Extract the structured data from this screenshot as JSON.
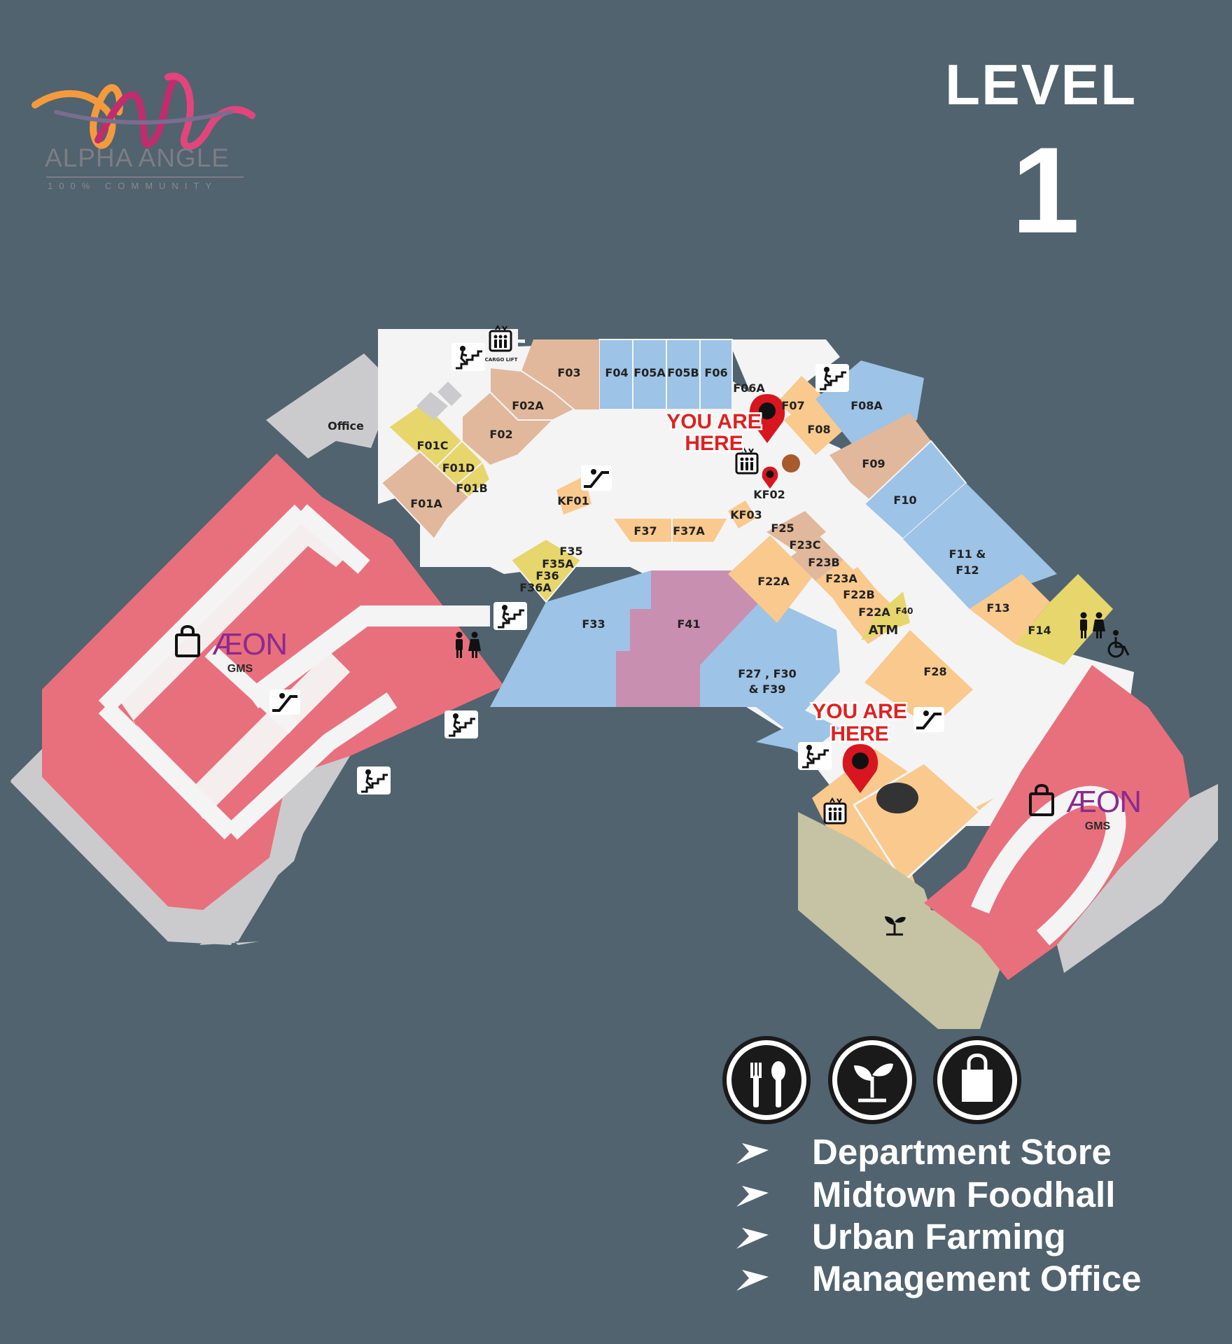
{
  "header": {
    "logo_name": "ALPHA ANGLE",
    "logo_tagline": "100% COMMUNITY",
    "level_title": "LEVEL",
    "level_number": "1"
  },
  "map": {
    "units": {
      "f03": "F03",
      "f04": "F04",
      "f05a": "F05A",
      "f05b": "F05B",
      "f06": "F06",
      "f06a": "F06A",
      "f07": "F07",
      "f08": "F08",
      "f08a": "F08A",
      "f09": "F09",
      "f10": "F10",
      "f11_line1": "F11 &",
      "f11_line2": "F12",
      "f13": "F13",
      "f14": "F14",
      "office": "Office",
      "f02a": "F02A",
      "f02": "F02",
      "f01c": "F01C",
      "f01d": "F01D",
      "f01b": "F01B",
      "f01a": "F01A",
      "kf01": "KF01",
      "kf02": "KF02",
      "kf03": "KF03",
      "f37": "F37",
      "f37a": "F37A",
      "f35": "F35",
      "f35a": "F35A",
      "f36": "F36",
      "f36a": "F36A",
      "f25": "F25",
      "f23c": "F23C",
      "f23b": "F23B",
      "f23a": "F23A",
      "f22b": "F22B",
      "f22a": "F22A",
      "f22a2": "F22A",
      "f40": "F40",
      "atm": "ATM",
      "f33": "F33",
      "f41": "F41",
      "f27_line1": "F27 , F30",
      "f27_line2": "& F39",
      "f28": "F28"
    },
    "you_are_here": {
      "line1": "YOU ARE",
      "line2": "HERE"
    },
    "cargo_lift": "CARGO LIFT",
    "anchors": {
      "aeon_logo": "ÆON",
      "gms": "GMS"
    },
    "icons": [
      "escalator-icon",
      "stairs-icon",
      "elevator-icon",
      "restroom-icon",
      "wheelchair-icon",
      "location-pin-icon",
      "shopping-bag-icon",
      "sprout-icon"
    ],
    "colors": {
      "background": "#50636f",
      "department_store": "#e8707c",
      "fnb": "#f9c98d",
      "retail_blue": "#9dc3e6",
      "retail_tan": "#e1b89b",
      "kiosk_yellow": "#e6d66c",
      "entertainment_purple": "#c88fb0",
      "urban_farm": "#c5c3a3",
      "service_grey": "#cbcbcd",
      "corridor": "#f4f4f5"
    }
  },
  "legend": {
    "icons": [
      "fork-spoon-icon",
      "sprout-icon",
      "shopping-bag-icon"
    ],
    "items": [
      {
        "label": "Department Store"
      },
      {
        "label": "Midtown Foodhall"
      },
      {
        "label": "Urban Farming"
      },
      {
        "label": "Management Office"
      }
    ]
  }
}
